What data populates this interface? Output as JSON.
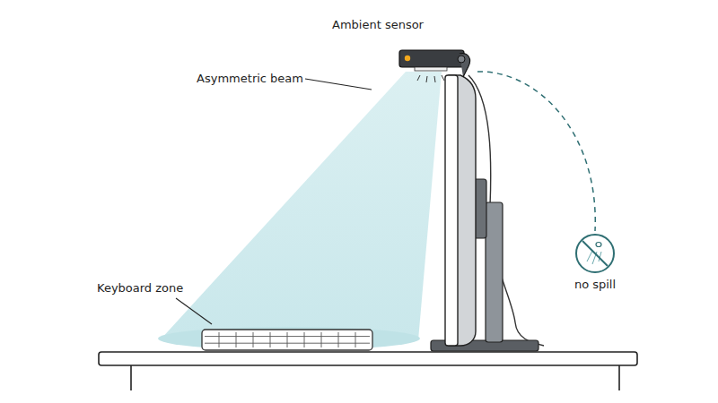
{
  "diagram": {
    "labels": [
      "Ambient sensor",
      "Asymmetric beam",
      "Keyboard zone",
      "no spill"
    ]
  }
}
